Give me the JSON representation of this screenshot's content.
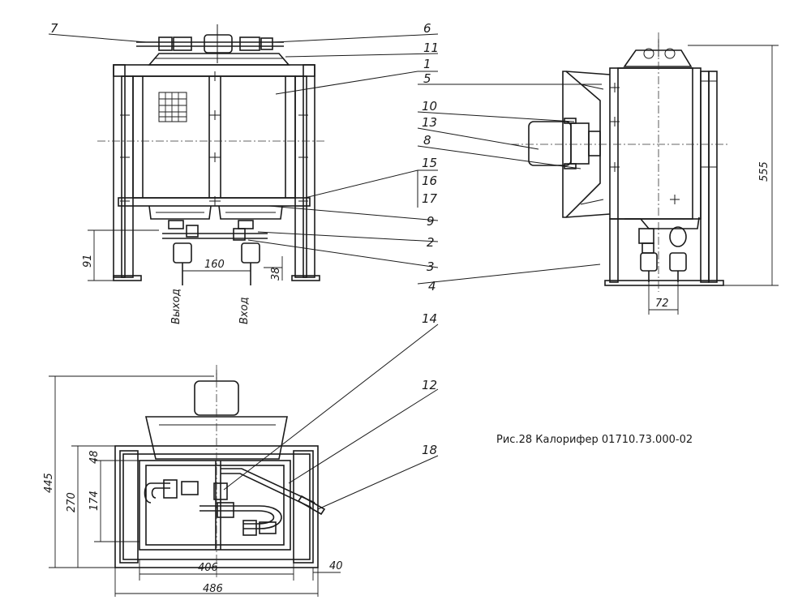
{
  "caption": "Рис.28 Калорифер 01710.73.000-02",
  "callouts": {
    "c1": "1",
    "c2": "2",
    "c3": "3",
    "c4": "4",
    "c5": "5",
    "c6": "6",
    "c7": "7",
    "c8": "8",
    "c9": "9",
    "c10": "10",
    "c11": "11",
    "c12": "12",
    "c13": "13",
    "c14": "14",
    "c15": "15",
    "c16": "16",
    "c17": "17",
    "c18": "18"
  },
  "dimensions": {
    "d91": "91",
    "d160": "160",
    "d38": "38",
    "d72": "72",
    "d555": "555",
    "d445": "445",
    "d270": "270",
    "d174": "174",
    "d48": "48",
    "d406": "406",
    "d40": "40",
    "d486": "486"
  },
  "labels": {
    "outlet": "Выход",
    "inlet": "Вход"
  }
}
